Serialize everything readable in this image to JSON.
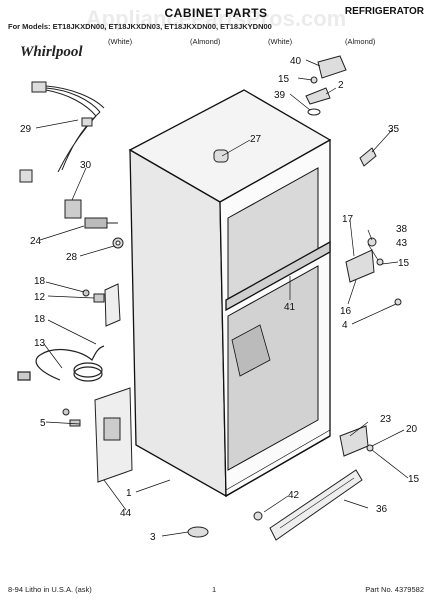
{
  "header": {
    "title": "CABINET PARTS",
    "category": "REFRIGERATOR",
    "models_line": "For Models: ET18JKXDN00, ET18JKXDN03, ET18JKXDN00, ET18JKYDN00",
    "col1": "(White)",
    "col2": "(Almond)",
    "col3": "(White)",
    "col4": "(Almond)",
    "logo": "Whirlpool",
    "watermark": "AppliancePartsPros.com"
  },
  "footer": {
    "left": "8-94 Litho in U.S.A. (ask)",
    "center": "1",
    "right": "Part No. 4379582"
  },
  "callouts": [
    "40",
    "15",
    "2",
    "39",
    "35",
    "29",
    "27",
    "30",
    "17",
    "38",
    "43",
    "15",
    "24",
    "28",
    "18",
    "12",
    "41",
    "16",
    "4",
    "18",
    "13",
    "23",
    "20",
    "5",
    "1",
    "15",
    "44",
    "36",
    "42",
    "3"
  ]
}
